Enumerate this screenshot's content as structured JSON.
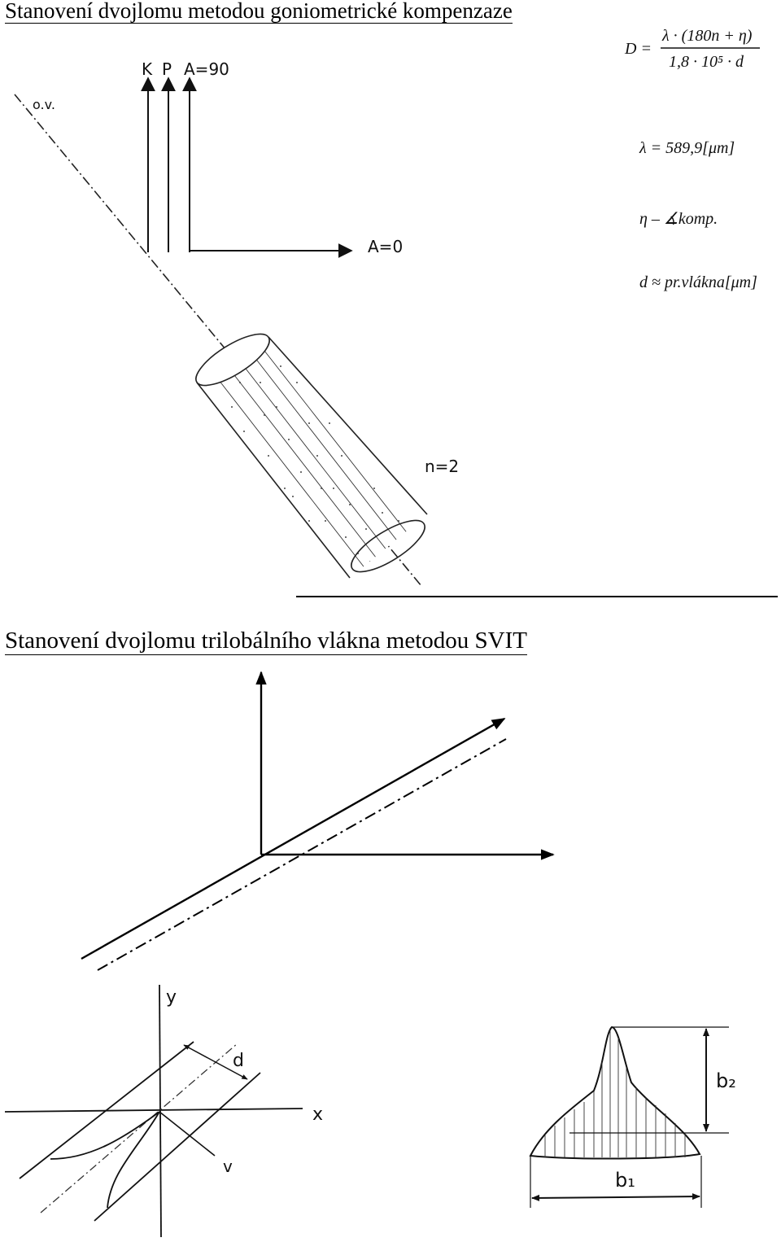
{
  "section1": {
    "title": "Stanovení dvojlomu metodou goniometrické kompenzaze",
    "labels": {
      "ov": "o.v.",
      "k": "K",
      "p": "P",
      "a90": "A=90",
      "a0": "A=0",
      "n": "n=2"
    },
    "formulas": {
      "d_lhs": "D =",
      "d_num": "λ · (180n + η)",
      "d_den": "1,8 · 10⁵ · d",
      "lambda": "λ = 589,9[μm]",
      "eta": "η – ∡komp.",
      "d_fiber": "d ≈ pr.vlákna[μm]"
    }
  },
  "section2": {
    "title": "Stanovení dvojlomu trilobálního vlákna metodou SVIT",
    "labels": {
      "y": "y",
      "x": "x",
      "d": "d",
      "v": "v",
      "b1": "b₁",
      "b2": "b₂"
    }
  }
}
